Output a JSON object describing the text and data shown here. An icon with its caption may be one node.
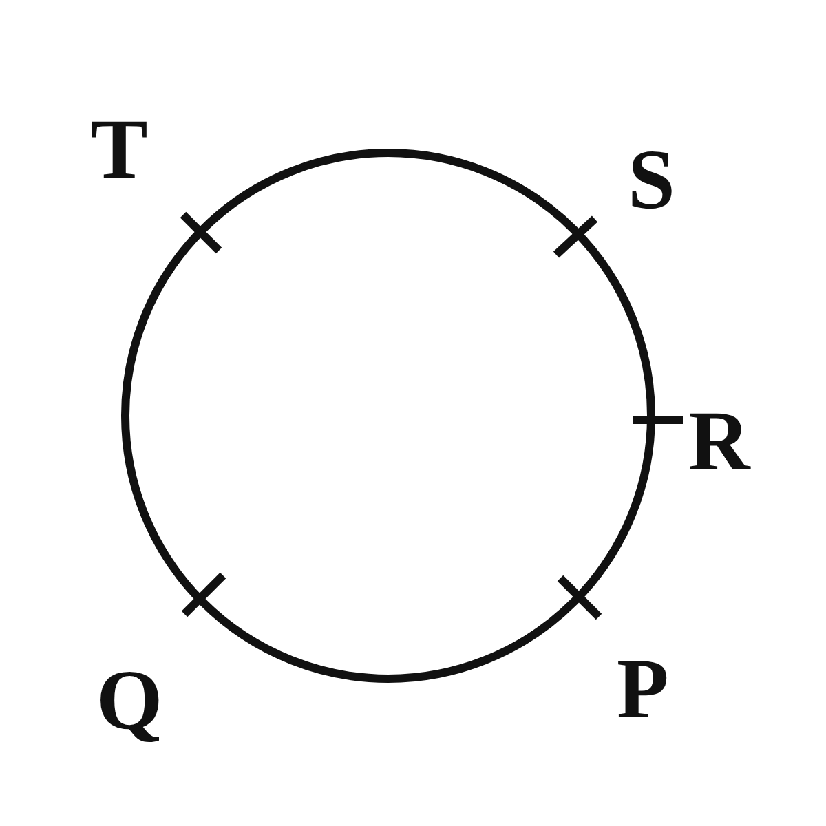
{
  "diagram": {
    "labels": [
      "T",
      "S",
      "R",
      "Q",
      "P"
    ]
  }
}
